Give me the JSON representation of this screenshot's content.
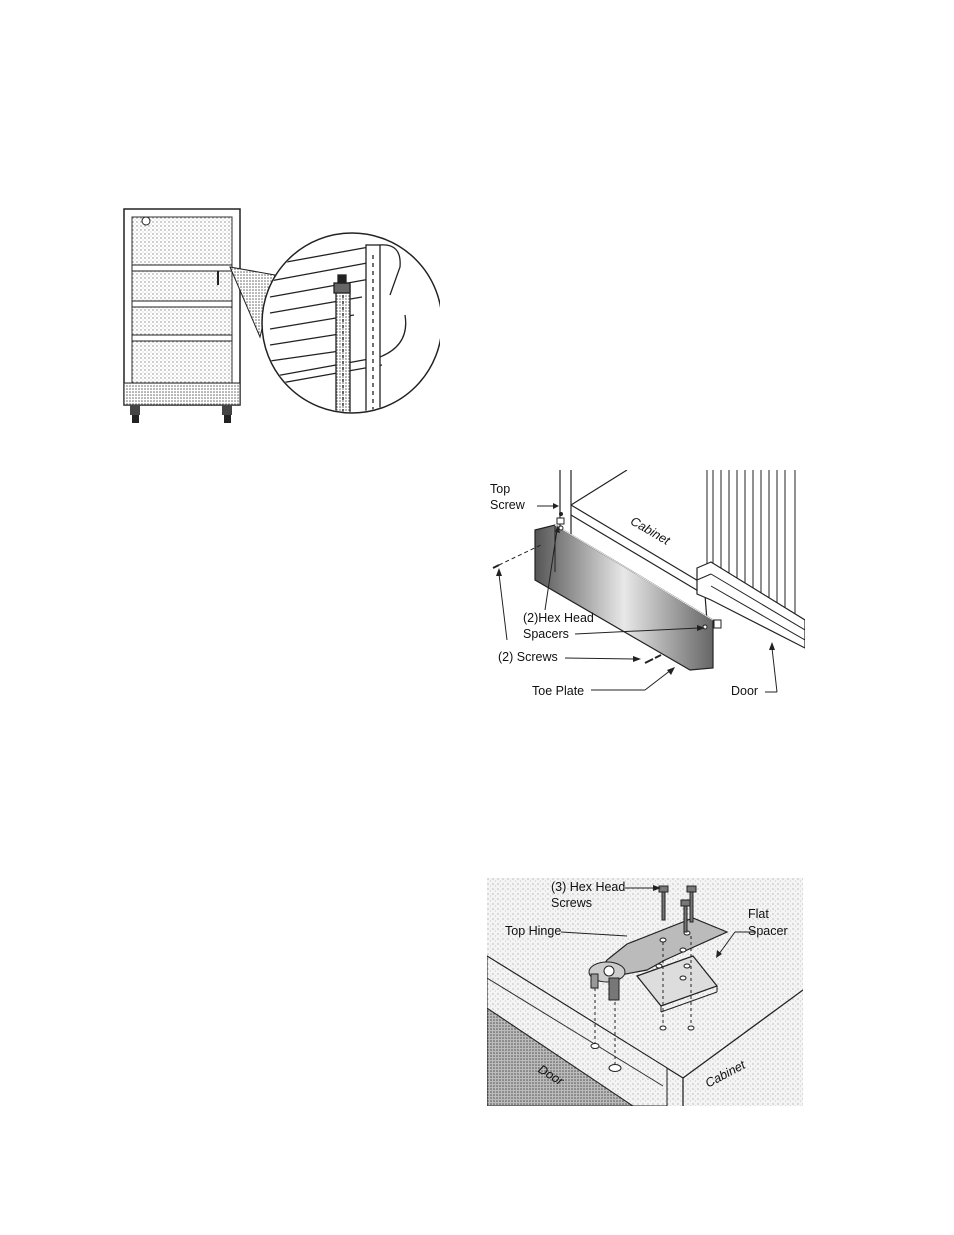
{
  "figure_toe_plate": {
    "top_screw_line1": "Top",
    "top_screw_line2": "Screw",
    "cabinet": "Cabinet",
    "hex_spacers_line1": "(2)Hex Head",
    "hex_spacers_line2": "Spacers",
    "screws": "(2) Screws",
    "toe_plate": "Toe Plate",
    "door": "Door"
  },
  "figure_hinge": {
    "hex_screws_line1": "(3) Hex Head",
    "hex_screws_line2": "Screws",
    "top_hinge": "Top Hinge",
    "flat_spacer_line1": "Flat",
    "flat_spacer_line2": "Spacer",
    "door": "Door",
    "cabinet": "Cabinet"
  }
}
